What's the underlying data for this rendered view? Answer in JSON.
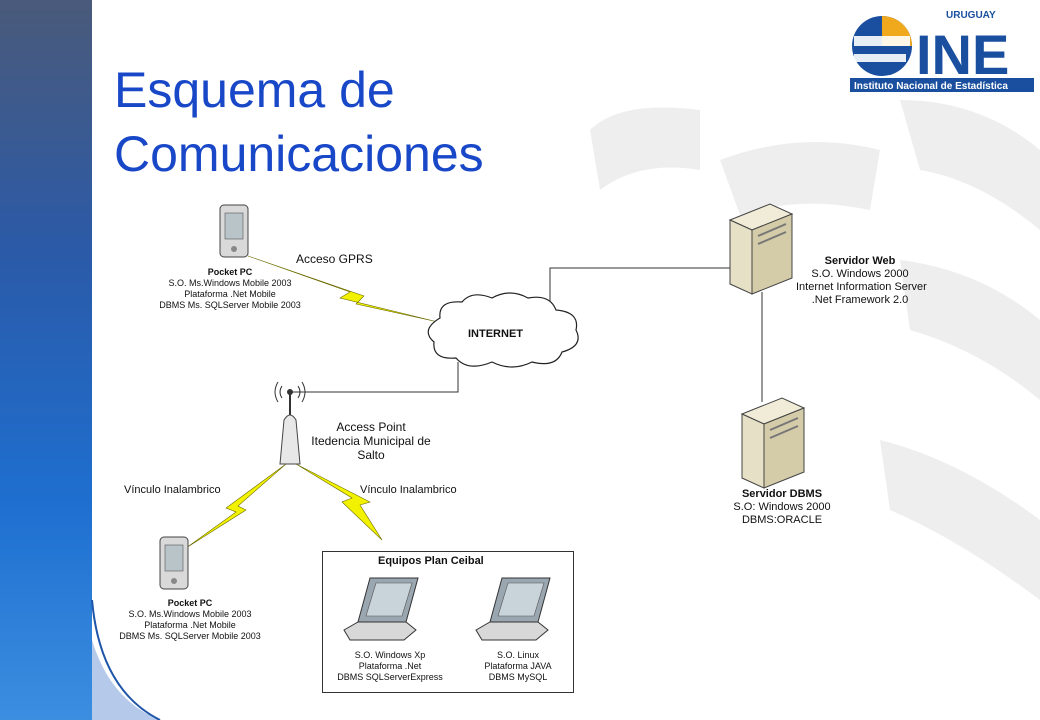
{
  "title": {
    "line1": "Esquema de",
    "line2": "Comunicaciones"
  },
  "logo": {
    "top_text": "URUGUAY",
    "main_text": "INE",
    "subtitle": "Instituto Nacional de Estadística"
  },
  "nodes": {
    "pocket_pc_top": {
      "title": "Pocket PC",
      "line1": "S.O. Ms.Windows Mobile 2003",
      "line2": "Plataforma .Net Mobile",
      "line3": "DBMS Ms. SQLServer Mobile 2003"
    },
    "internet": {
      "label": "INTERNET"
    },
    "server_web": {
      "title": "Servidor Web",
      "line1": "S.O. Windows 2000",
      "line2": "Internet Information Server",
      "line3": ".Net Framework 2.0"
    },
    "server_dbms": {
      "title": "Servidor DBMS",
      "line1": "S.O: Windows 2000",
      "line2": "DBMS:ORACLE"
    },
    "access_point": {
      "line1": "Access Point",
      "line2": "Itedencia Municipal de",
      "line3": "Salto"
    },
    "pocket_pc_bottom": {
      "title": "Pocket PC",
      "line1": "S.O. Ms.Windows Mobile 2003",
      "line2": "Plataforma .Net Mobile",
      "line3": "DBMS Ms. SQLServer Mobile 2003"
    },
    "ceibal_group": {
      "title": "Equipos Plan Ceibal"
    },
    "laptop_windows": {
      "line1": "S.O. Windows Xp",
      "line2": "Plataforma .Net",
      "line3": "DBMS SQLServerExpress"
    },
    "laptop_linux": {
      "line1": "S.O. Linux",
      "line2": "Plataforma JAVA",
      "line3": "DBMS MySQL"
    }
  },
  "links": {
    "gprs": "Acceso GPRS",
    "wireless_left": "Vínculo Inalambrico",
    "wireless_right": "Vínculo Inalambrico"
  },
  "colors": {
    "title": "#1847c8",
    "lightning": "#f2f200",
    "logo_blue": "#1a4fa0",
    "logo_orange": "#f0a81c"
  }
}
